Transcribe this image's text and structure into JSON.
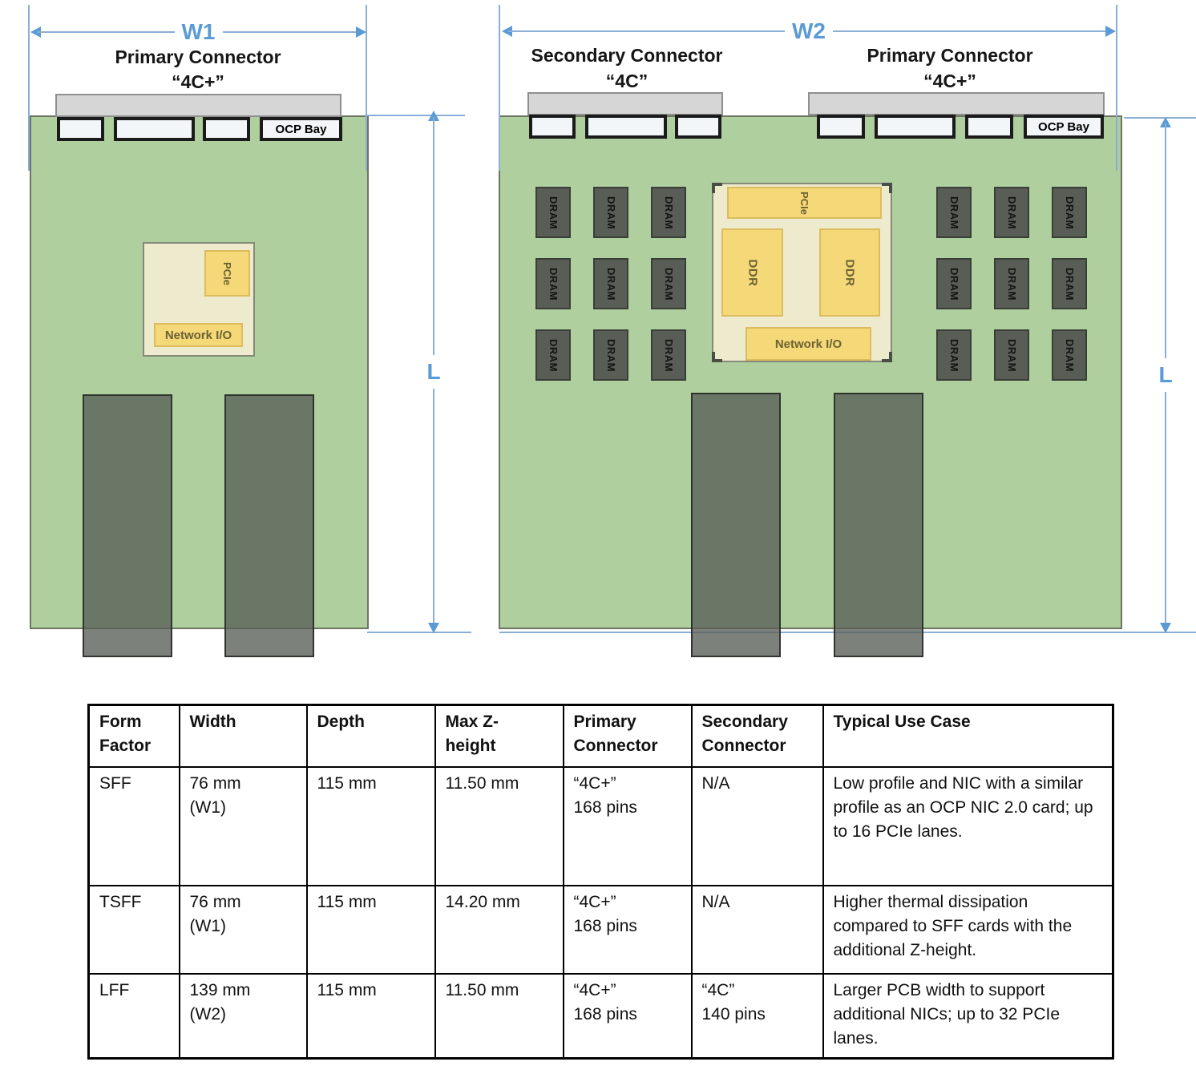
{
  "colors": {
    "dimension_blue": "#5b9bd5",
    "dimension_line_blue": "#8aaed6",
    "pcb_green": "#afd09e",
    "component_beige": "#edeacd",
    "chip_yellow": "#f5d877",
    "chip_yellow_border": "#dcbc5e",
    "chip_text": "#6b6233",
    "dram_gray": "#585d56",
    "connector_gray": "#d6d6d6",
    "mount_gray": "rgba(88,94,86,0.78)"
  },
  "diagram_left": {
    "width_label": "W1",
    "length_label": "L",
    "primary_connector_label": "Primary Connector",
    "primary_connector_type": "“4C+”",
    "ocp_bay_label": "OCP Bay",
    "pcie_label": "PCIe",
    "network_io_label": "Network I/O"
  },
  "diagram_right": {
    "width_label": "W2",
    "length_label": "L",
    "secondary_connector_label": "Secondary Connector",
    "secondary_connector_type": "“4C”",
    "primary_connector_label": "Primary Connector",
    "primary_connector_type": "“4C+”",
    "ocp_bay_label": "OCP Bay",
    "dram_label": "DRAM",
    "ddr_label": "DDR",
    "pcie_label": "PCIe",
    "network_io_label": "Network I/O"
  },
  "table": {
    "columns": [
      "Form\nFactor",
      "Width",
      "Depth",
      "Max Z-\nheight",
      "Primary\nConnector",
      "Secondary\nConnector",
      "Typical Use Case"
    ],
    "rows": [
      [
        "SFF",
        "76 mm\n(W1)",
        "115 mm",
        "11.50 mm",
        "“4C+”\n168 pins",
        "N/A",
        "Low profile and NIC with a similar profile as an OCP NIC 2.0 card; up to 16 PCIe lanes."
      ],
      [
        "TSFF",
        "76 mm\n(W1)",
        "115 mm",
        "14.20 mm",
        "“4C+”\n168 pins",
        "N/A",
        "Higher thermal dissipation compared to SFF cards with the additional Z-height."
      ],
      [
        "LFF",
        "139 mm\n(W2)",
        "115 mm",
        "11.50 mm",
        "“4C+”\n168 pins",
        "“4C”\n140 pins",
        "Larger PCB width to support additional NICs; up to 32 PCIe lanes."
      ]
    ]
  }
}
